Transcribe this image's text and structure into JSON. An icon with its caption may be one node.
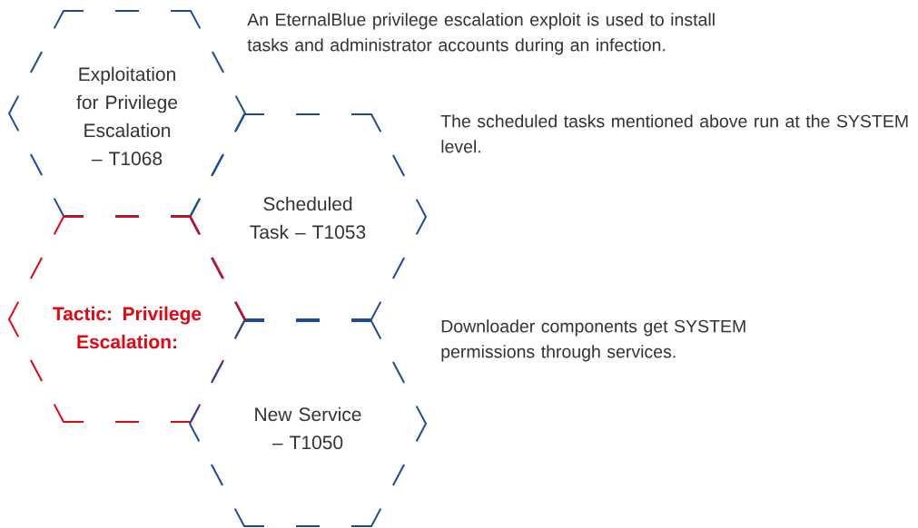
{
  "diagram": {
    "nodes": [
      {
        "text": [
          "Exploitation for Privilege Escalation – T1068"
        ],
        "beside": [
          "An EternalBlue privilege escalation exploit is used to install tasks and administrator accounts during an infection."
        ]
      },
      {
        "text": [
          "Scheduled Task – T1053"
        ],
        "beside": [
          "The scheduled tasks mentioned above run at the SYSTEM level."
        ]
      },
      {
        "text": [
          "Tactic: Privilege Escalation:"
        ]
      },
      {
        "text": [
          "New Service – T1050"
        ],
        "beside": [
          "Downloader components get SYSTEM permissions through services."
        ]
      }
    ]
  }
}
